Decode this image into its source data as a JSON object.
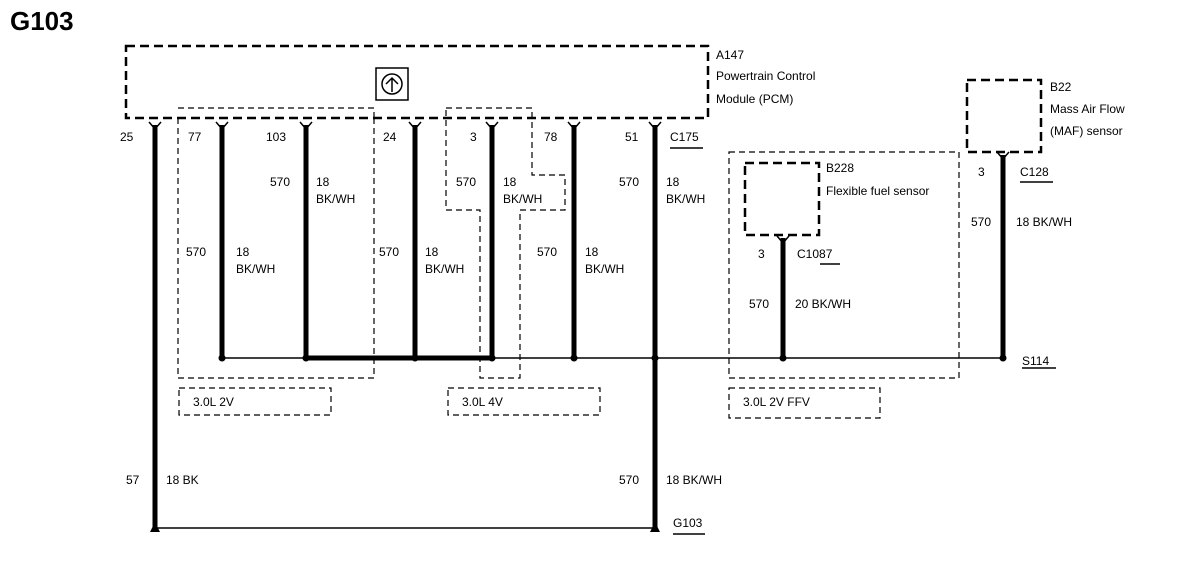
{
  "title": "G103",
  "pcm": {
    "ref": "A147",
    "name_line1": "Powertrain Control",
    "name_line2": "Module (PCM)"
  },
  "maf": {
    "ref": "B22",
    "name_line1": "Mass Air Flow",
    "name_line2": "(MAF) sensor"
  },
  "flex": {
    "ref": "B228",
    "name": "Flexible fuel sensor"
  },
  "connectors": {
    "c175": "C175",
    "c128": "C128",
    "c1087": "C1087"
  },
  "splice": "S114",
  "ground": "G103",
  "pins": {
    "p25": "25",
    "p77": "77",
    "p103": "103",
    "p24": "24",
    "p3": "3",
    "p78": "78",
    "p51": "51",
    "maf_pin": "3",
    "flex_pin": "3"
  },
  "circuits": {
    "c570": "570",
    "c57": "57"
  },
  "wire_labels": {
    "gauge18": "18",
    "bkwh": "BK/WH",
    "maf": "18 BK/WH",
    "flex": "20 BK/WH",
    "ground_left": "18 BK",
    "ground_right": "18 BK/WH"
  },
  "options": {
    "opt_30_2v": "3.0L 2V",
    "opt_30_4v": "3.0L 4V",
    "opt_ffv": "3.0L 2V FFV"
  }
}
